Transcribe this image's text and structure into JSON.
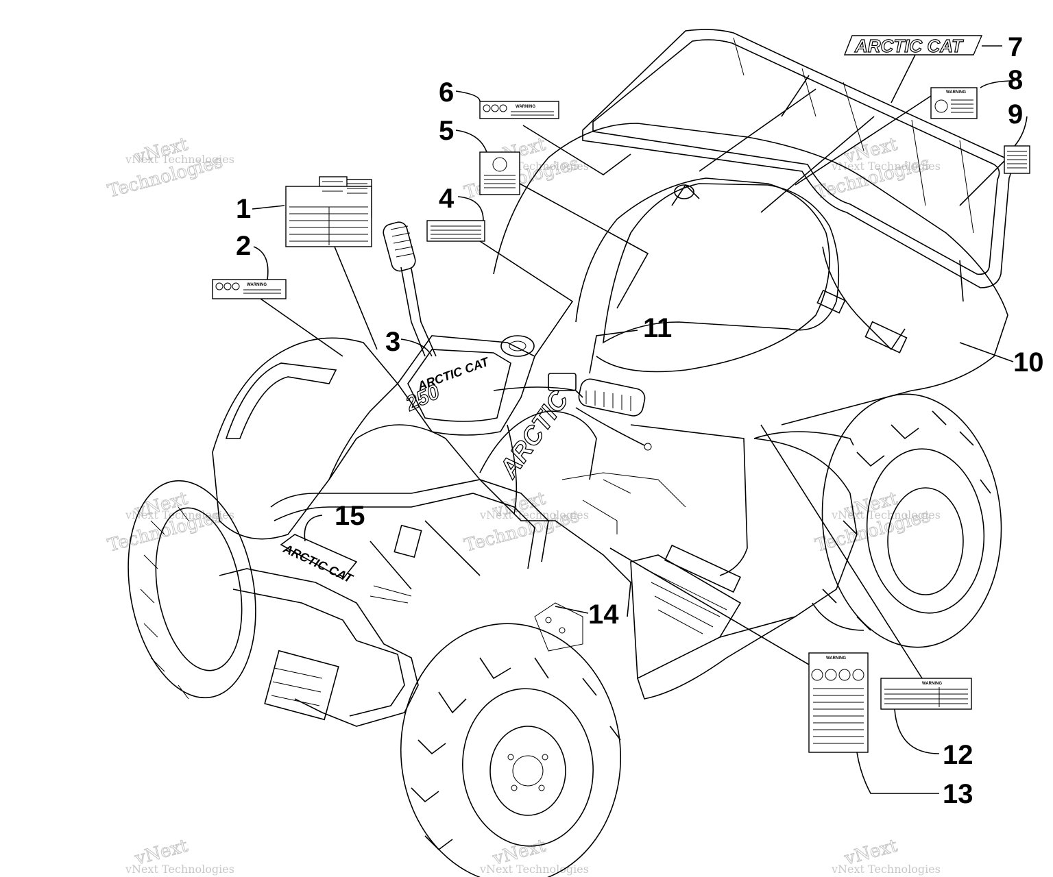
{
  "callouts": [
    "1",
    "2",
    "3",
    "4",
    "5",
    "6",
    "7",
    "8",
    "9",
    "10",
    "11",
    "12",
    "13",
    "14",
    "15"
  ],
  "brand": {
    "decal_text": "ARCTIC CAT",
    "hood_text": "ARCTIC CAT",
    "fender_text": "ARCTIC",
    "model_text": "250"
  },
  "label_headings": {
    "warning": "WARNING"
  },
  "watermark": {
    "line1": "vNext",
    "line2": "vNext Technologies",
    "line3": "Technologies"
  }
}
